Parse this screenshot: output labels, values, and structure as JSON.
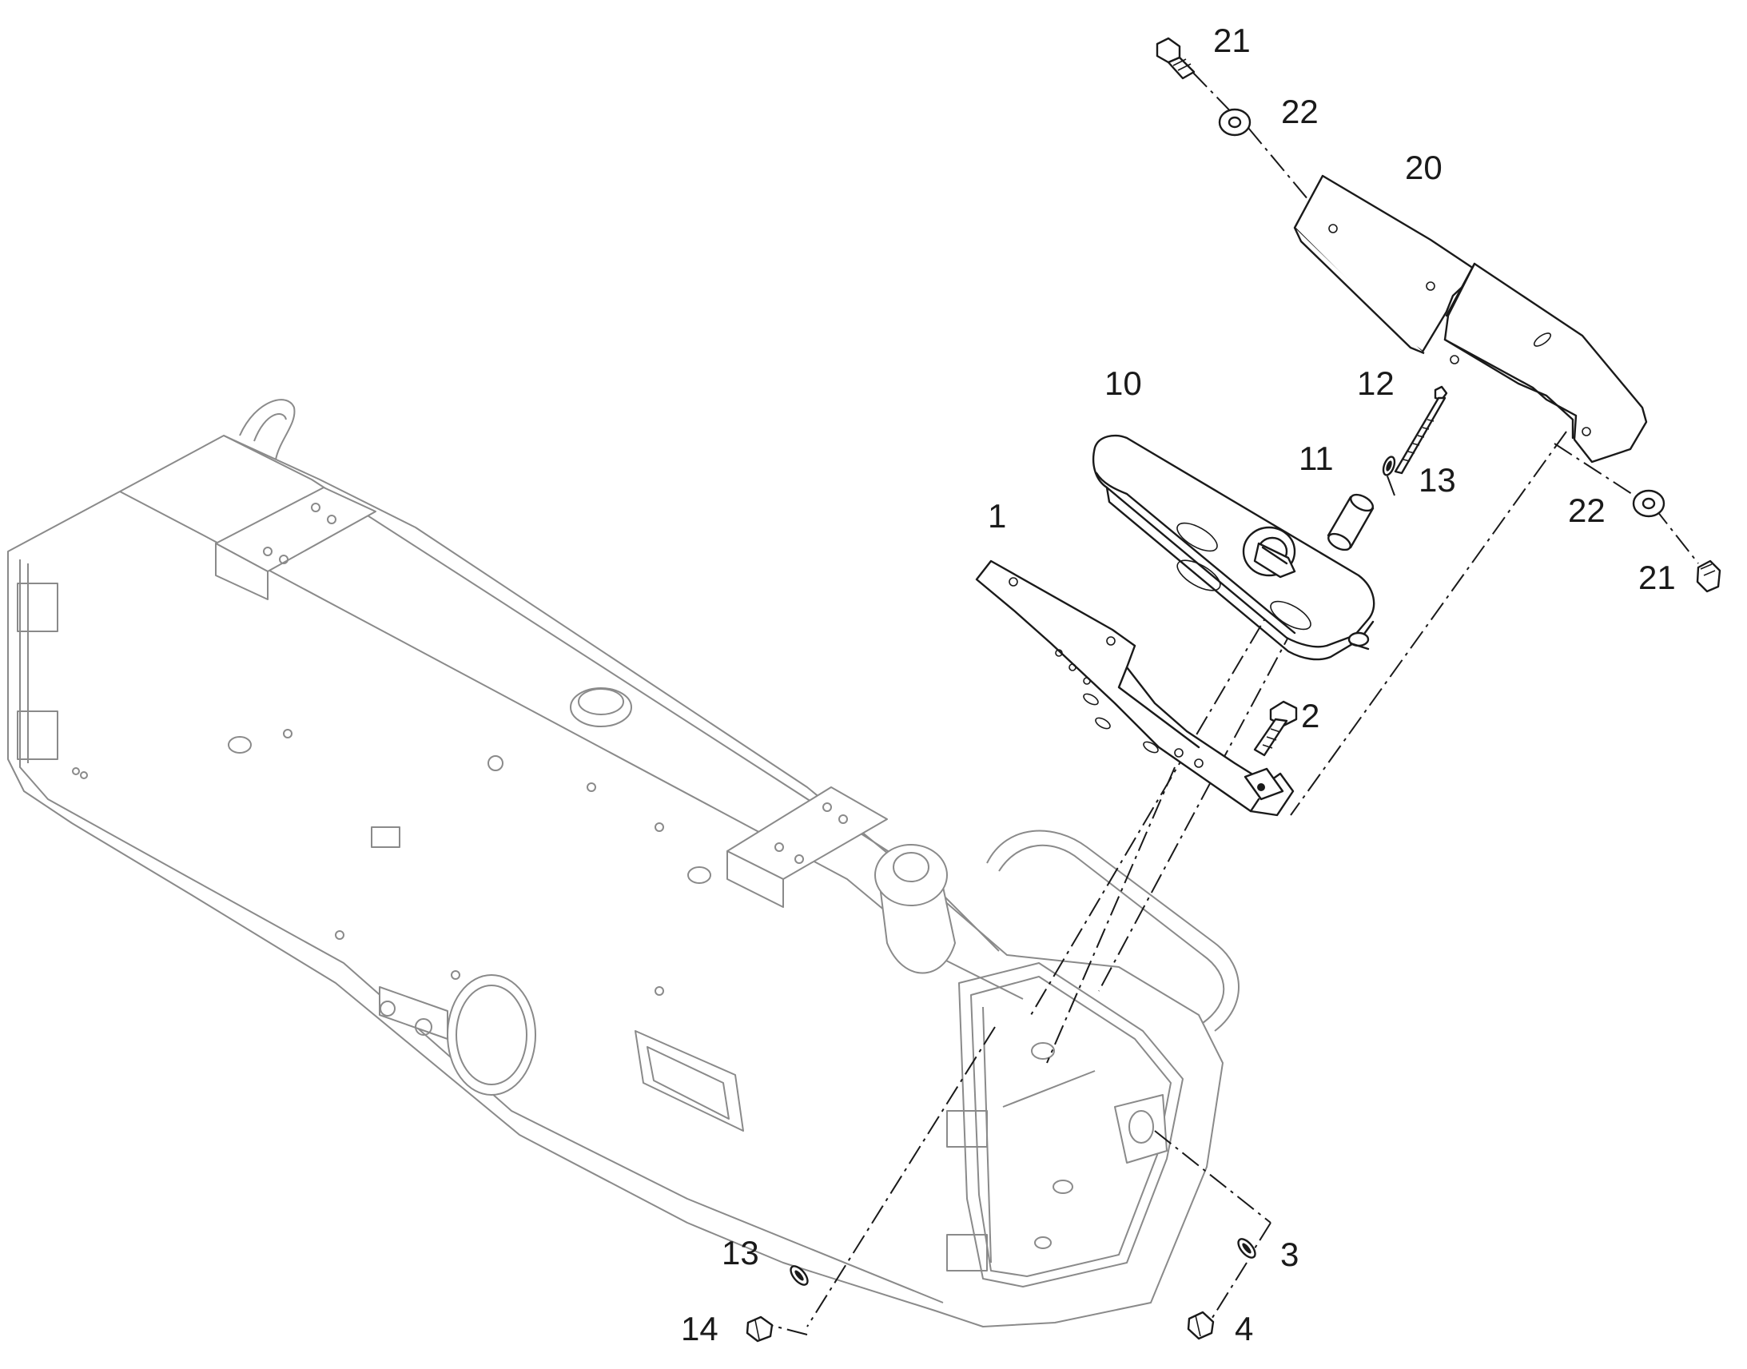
{
  "callouts": [
    {
      "id": "c21a",
      "text": "21"
    },
    {
      "id": "c22a",
      "text": "22"
    },
    {
      "id": "c20",
      "text": "20"
    },
    {
      "id": "c10",
      "text": "10"
    },
    {
      "id": "c12",
      "text": "12"
    },
    {
      "id": "c11",
      "text": "11"
    },
    {
      "id": "c13a",
      "text": "13"
    },
    {
      "id": "c22b",
      "text": "22"
    },
    {
      "id": "c1",
      "text": "1"
    },
    {
      "id": "c21b",
      "text": "21"
    },
    {
      "id": "c2",
      "text": "2"
    },
    {
      "id": "c13b",
      "text": "13"
    },
    {
      "id": "c3",
      "text": "3"
    },
    {
      "id": "c14",
      "text": "14"
    },
    {
      "id": "c4",
      "text": "4"
    }
  ]
}
